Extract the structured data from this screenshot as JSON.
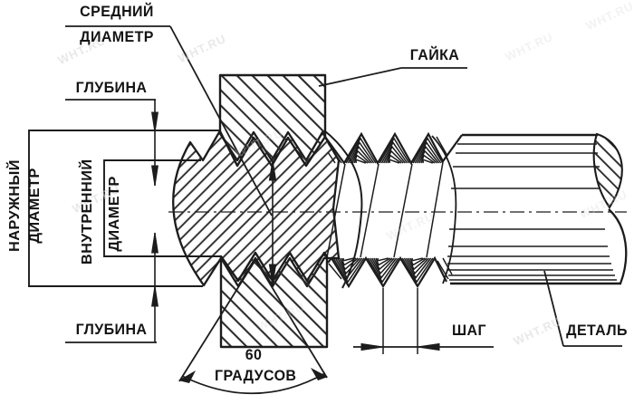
{
  "labels": {
    "mean_diameter_line1": "СРЕДНИЙ",
    "mean_diameter_line2": "ДИАМЕТР",
    "depth_top": "ГЛУБИНА",
    "depth_bottom": "ГЛУБИНА",
    "nut": "ГАЙКА",
    "outer_diameter_line1": "НАРУЖНЫЙ",
    "outer_diameter_line2": "ДИАМЕТР",
    "inner_diameter_line1": "ВНУТРЕННИЙ",
    "inner_diameter_line2": "ДИАМЕТР",
    "pitch": "ШАГ",
    "part": "ДЕТАЛЬ",
    "angle_value": "60",
    "angle_unit": "ГРАДУСОВ"
  },
  "watermark": {
    "text": "WHT.RU"
  },
  "colors": {
    "line": "#1c1c1c",
    "hatch": "#2b2b2b",
    "background": "#ffffff",
    "watermark": "#d7d7d7"
  }
}
